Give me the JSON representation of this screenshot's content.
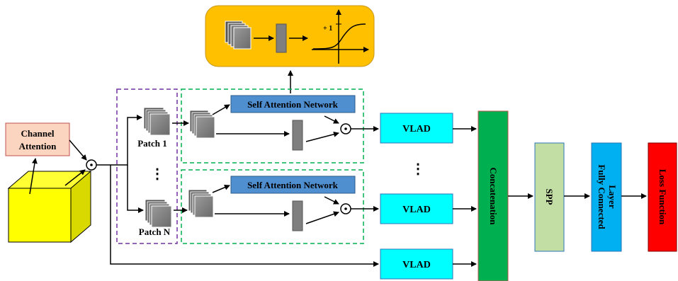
{
  "channel_attention": {
    "line1": "Channel",
    "line2": "Attention"
  },
  "patches": {
    "first": "Patch 1",
    "last": "Patch N",
    "ellipsis": "⋮"
  },
  "self_attention_label": "Self Attention Network",
  "inset": {
    "plus_one": "+ 1"
  },
  "vlad_label": "VLAD",
  "vlad_ellipsis": "⋮",
  "concatenation_label": "Concatenation",
  "spp_label": "SPP",
  "fc_label": {
    "line1": "Fully Connected",
    "line2": "Layer"
  },
  "loss_label": "Loss Function",
  "dot_product_symbol": "⊙",
  "colors": {
    "cube": "#ffff00",
    "channel_box": "#fcd5c0",
    "inset_bg": "#ffc000",
    "self_attention": "#4f8fd0",
    "vlad": "#00ffff",
    "concatenation": "#00b050",
    "spp": "#c3dea5",
    "fc": "#00b0f0",
    "loss": "#ff0000",
    "patch_box": "#7030a0",
    "branch_box": "#00b050"
  }
}
